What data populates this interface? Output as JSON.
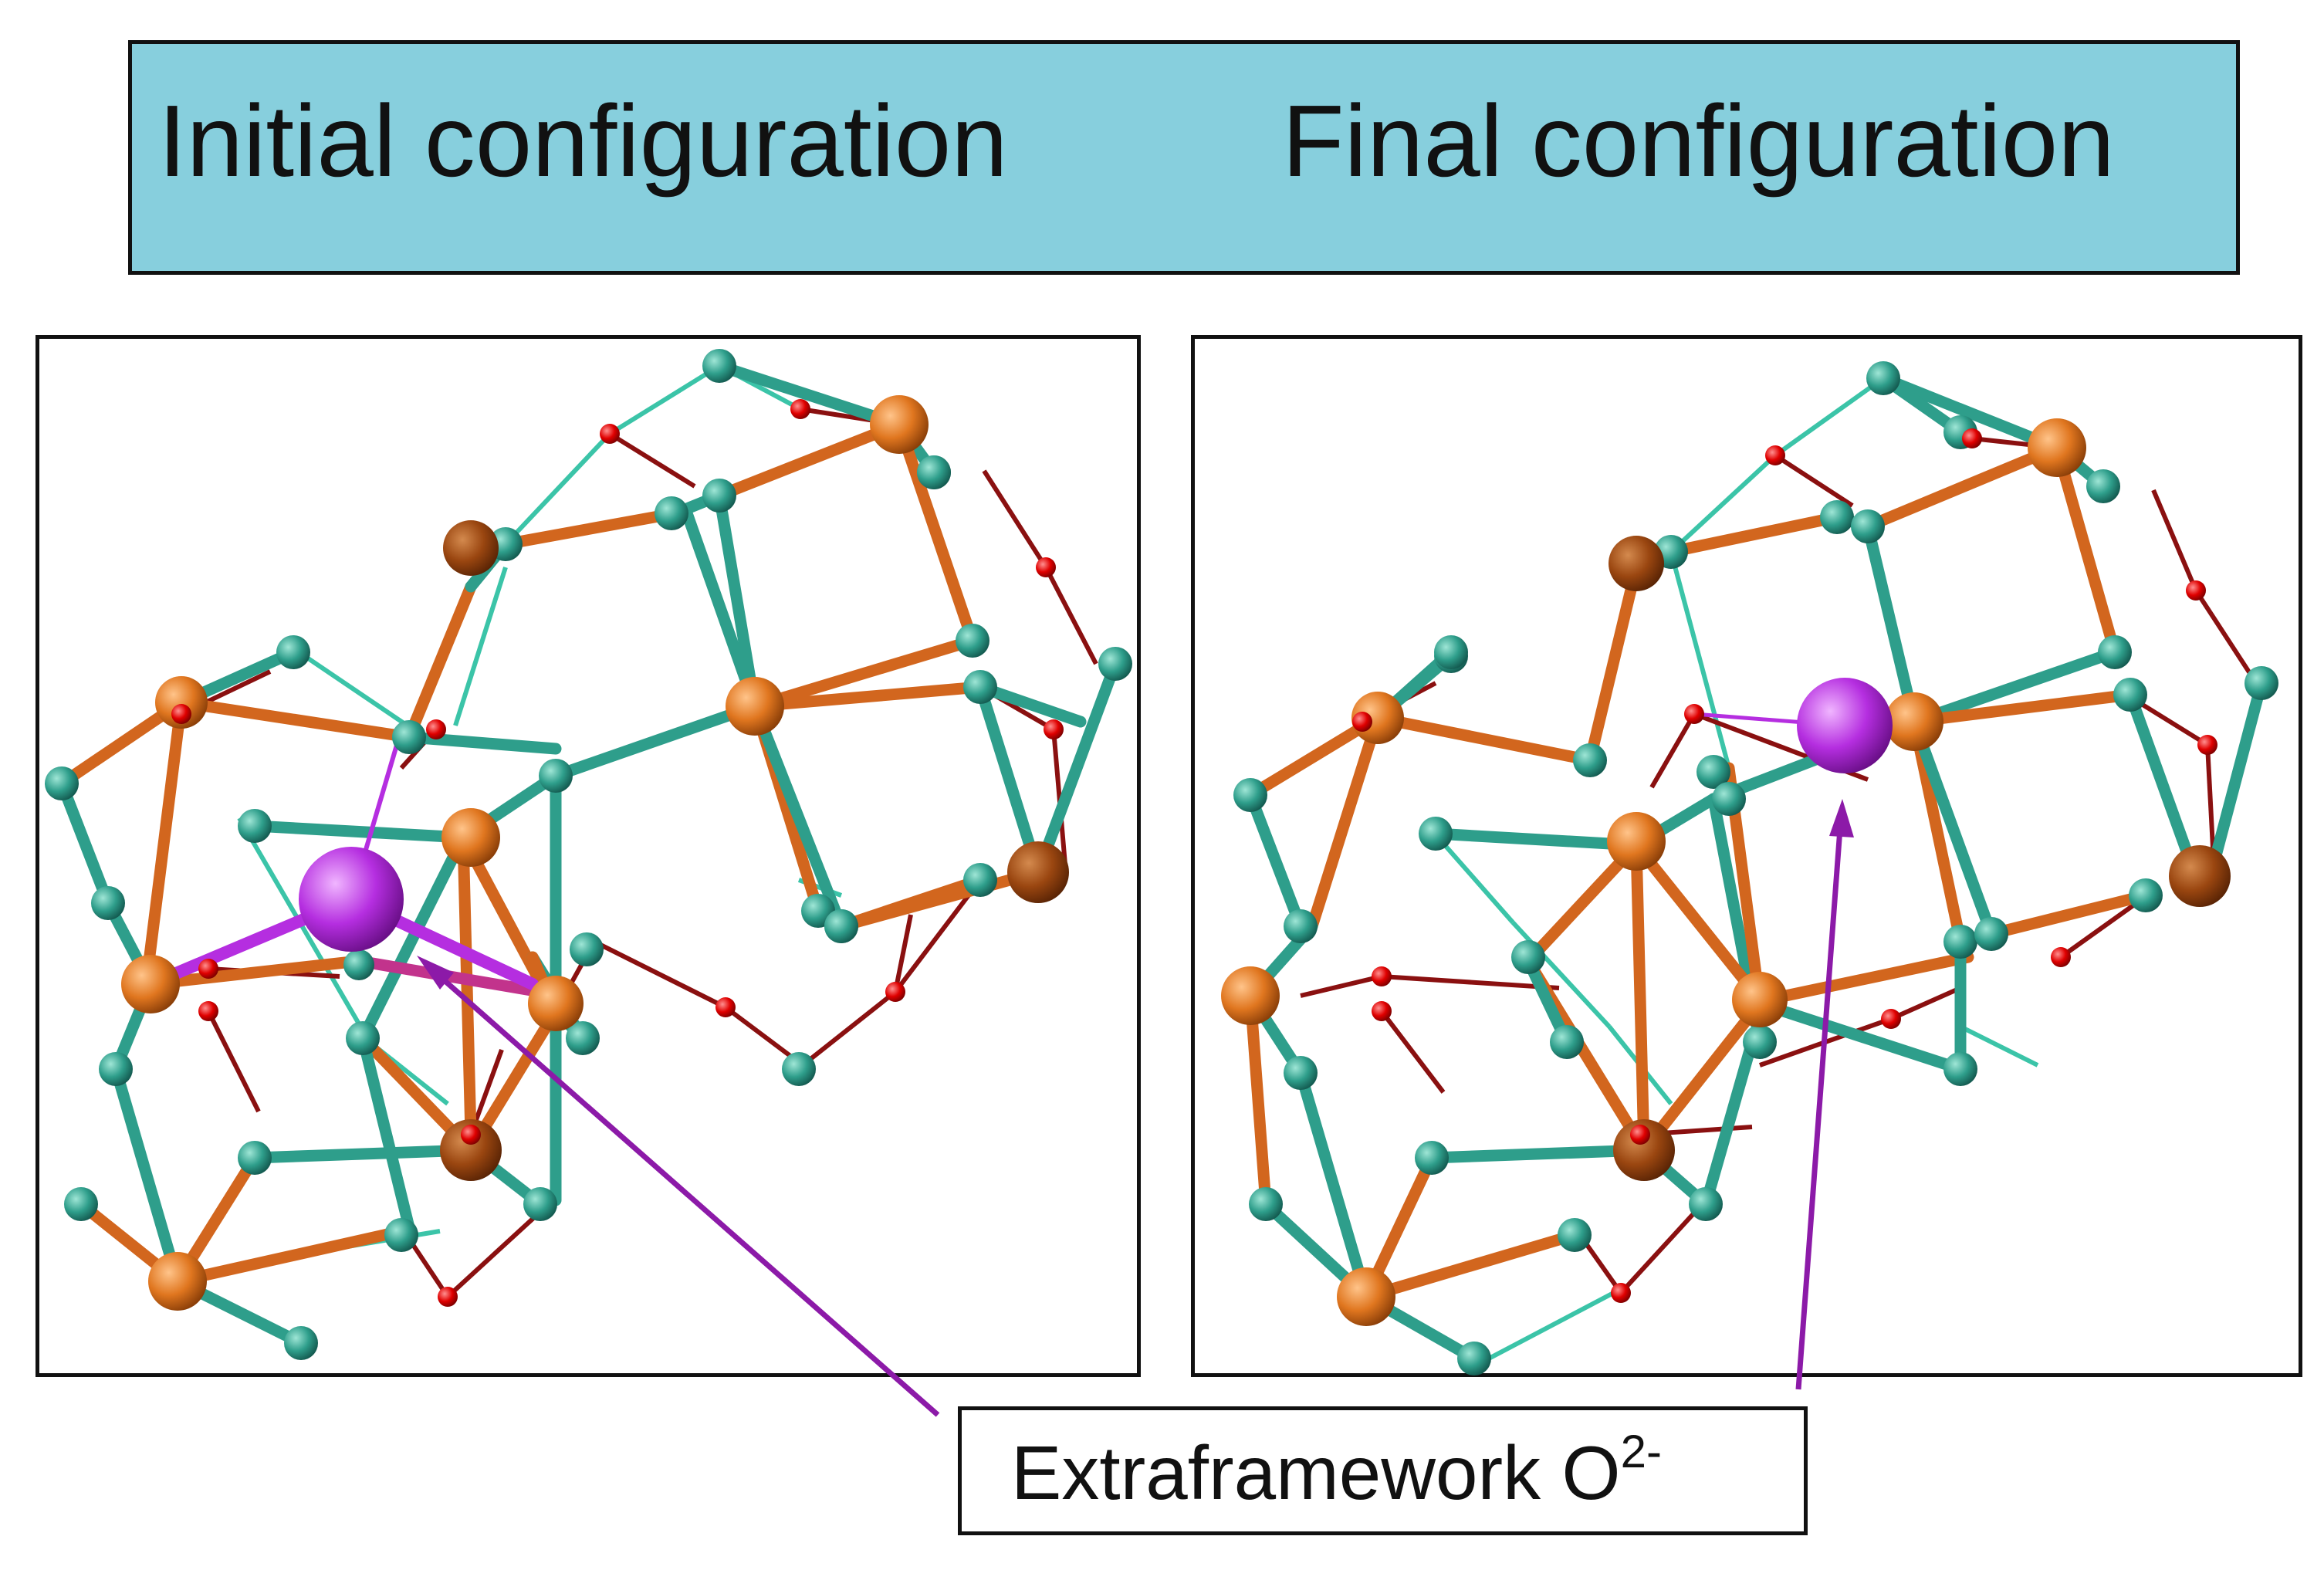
{
  "header": {
    "initial_title": "Initial configuration",
    "final_title": "Final configuration"
  },
  "callout": {
    "label_base": "Extraframework O",
    "label_superscript": "2-"
  },
  "colors": {
    "banner": "#87cfdd",
    "t_atom": "#2e9e8b",
    "cation": "#e0761f",
    "dark_cation": "#9a4610",
    "framework_o": "#e00000",
    "extraframework_o": "#b52ee0",
    "arrow": "#8c1aa8"
  }
}
